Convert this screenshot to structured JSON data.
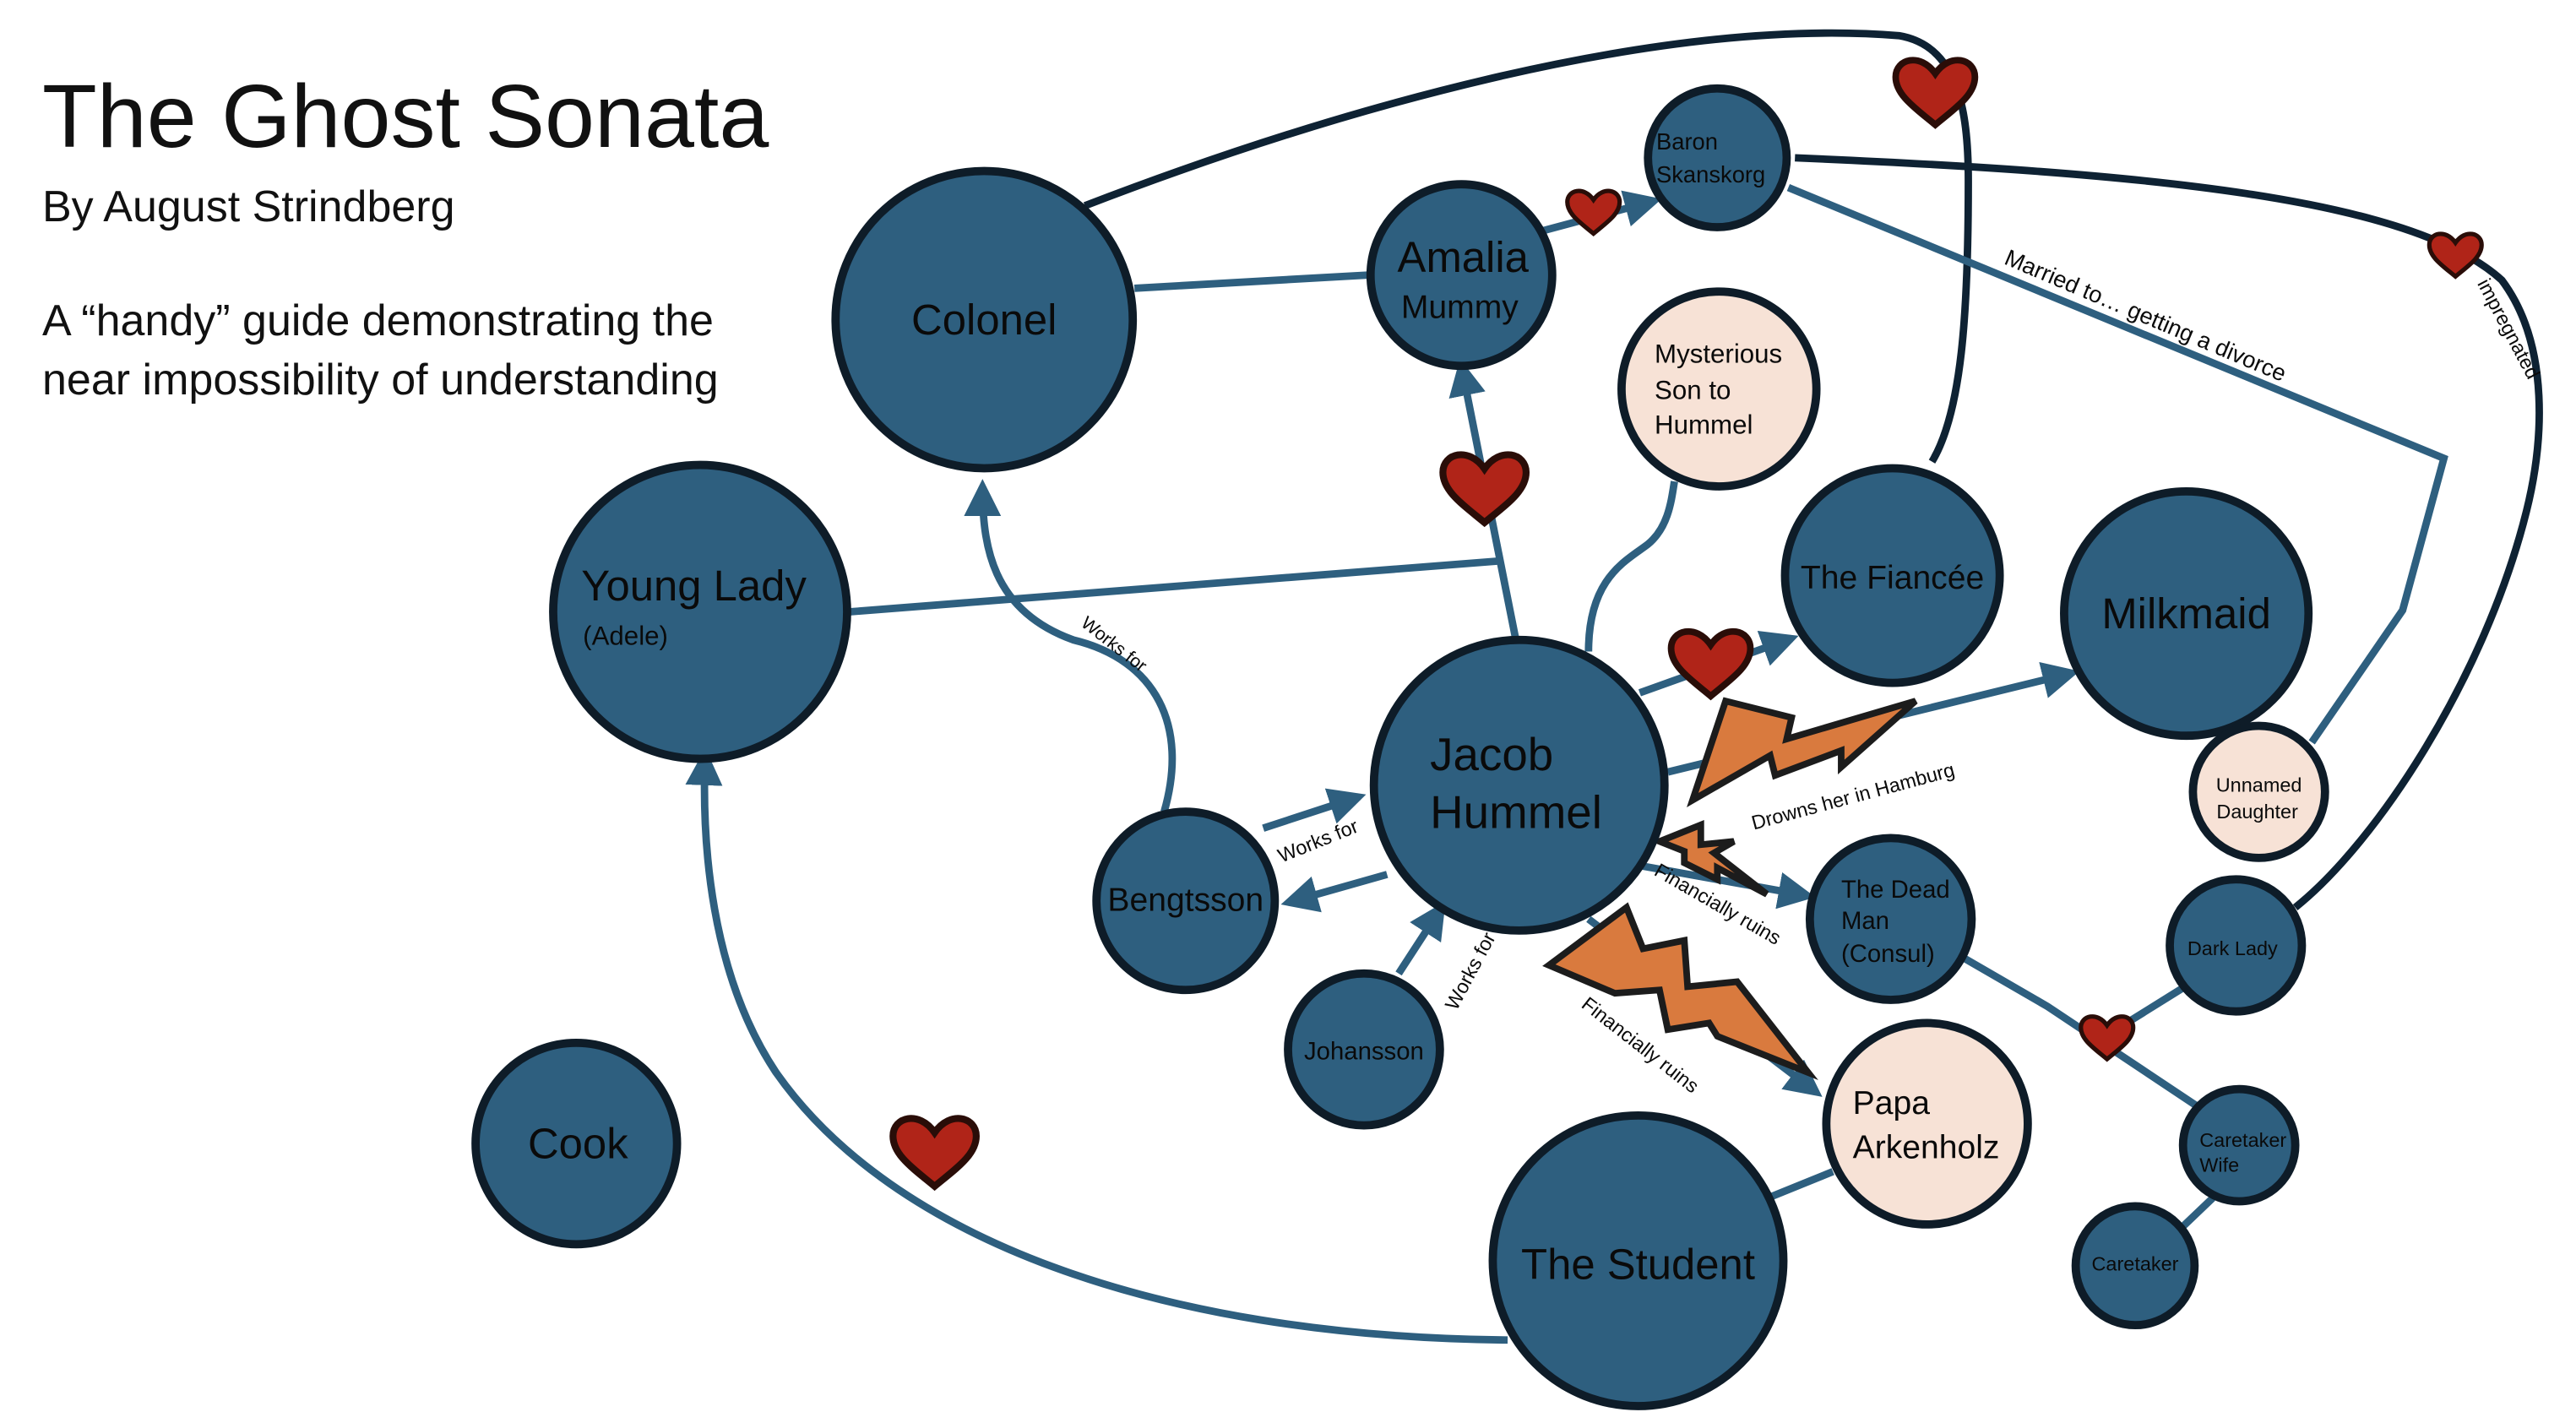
{
  "header": {
    "title": "The Ghost Sonata",
    "byline": "By August Strindberg",
    "description_line1": "A “handy” guide demonstrating the",
    "description_line2": "near impossibility of understanding"
  },
  "colors": {
    "node": "#2e5f7f",
    "node_light": "#f7e2d6",
    "edge": "#2e5f7f",
    "heart": "#b02418",
    "lightning": "#d97a3e"
  },
  "nodes": {
    "colonel": "Colonel",
    "amalia": "Amalia",
    "amalia_sub": "Mummy",
    "baron_1": "Baron",
    "baron_2": "Skanskorg",
    "mysterious_1": "Mysterious",
    "mysterious_2": "Son to",
    "mysterious_3": "Hummel",
    "young_lady": "Young Lady",
    "young_lady_sub": "(Adele)",
    "fiancee": "The Fiancée",
    "milkmaid": "Milkmaid",
    "jacob_1": "Jacob",
    "jacob_2": "Hummel",
    "bengtsson": "Bengtsson",
    "unnamed_1": "Unnamed",
    "unnamed_2": "Daughter",
    "dead_man_1": "The Dead",
    "dead_man_2": "Man",
    "dead_man_3": "(Consul)",
    "dark_lady": "Dark Lady",
    "johansson": "Johansson",
    "cook": "Cook",
    "papa_1": "Papa",
    "papa_2": "Arkenholz",
    "caretaker_wife_1": "Caretaker",
    "caretaker_wife_2": "Wife",
    "student": "The Student",
    "caretaker": "Caretaker"
  },
  "edge_labels": {
    "married": "Married to… getting a divorce",
    "impregnated": "impregnated",
    "works_for_colonel": "Works for",
    "works_for_hummel": "Works for",
    "works_for_johansson": "Works for",
    "drowns": "Drowns her in Hamburg",
    "ruins_dead_man": "Financially ruins",
    "ruins_papa": "Financially ruins"
  },
  "icons": [
    "heart-icon",
    "lightning-icon",
    "arrow-icon"
  ]
}
